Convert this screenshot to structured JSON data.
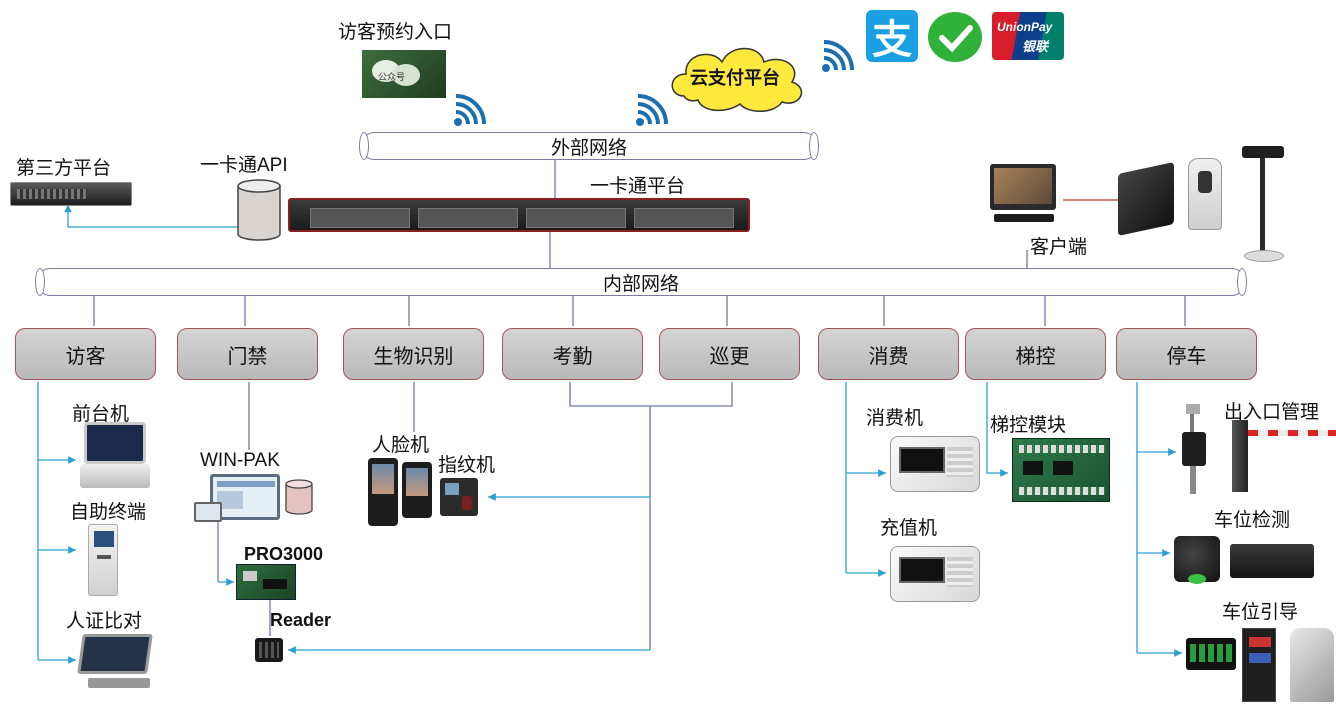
{
  "external_network": "外部网络",
  "internal_network": "内部网络",
  "platform_label": "一卡通平台",
  "visitor_entry_label": "访客预约入口",
  "wechat_account_text": "公众号",
  "cloud_pay_label": "云支付平台",
  "third_party_label": "第三方平台",
  "api_label": "一卡通API",
  "client_label": "客户端",
  "payment_icons": {
    "alipay": "支",
    "unionpay_line1": "UnionPay",
    "unionpay_line2": "银联"
  },
  "subsystems": [
    "访客",
    "门禁",
    "生物识别",
    "考勤",
    "巡更",
    "消费",
    "梯控",
    "停车"
  ],
  "visitor_devices": [
    "前台机",
    "自助终端",
    "人证比对"
  ],
  "access_devices": {
    "software": "WIN-PAK",
    "controller": "PRO3000",
    "reader": "Reader"
  },
  "biometric_devices": [
    "人脸机",
    "指纹机"
  ],
  "consumption_devices": [
    "消费机",
    "充值机"
  ],
  "elevator_device": "梯控模块",
  "parking_devices": [
    "出入口管理",
    "车位检测",
    "车位引导"
  ]
}
